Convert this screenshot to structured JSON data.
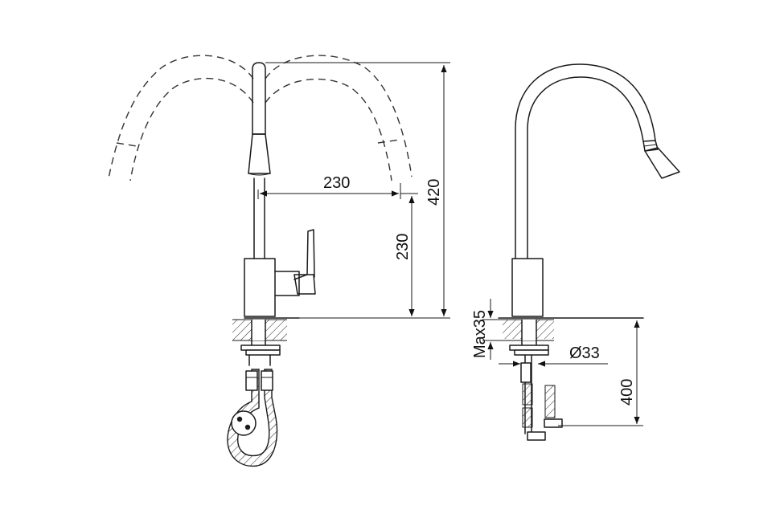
{
  "dimensions": {
    "left_reach": "230",
    "left_spout_height": "230",
    "total_height": "420",
    "max_deck_thickness": "Max35",
    "hole_diameter": "Ø33",
    "hose_length": "400"
  },
  "colors": {
    "line": "#1a1a1a",
    "background": "#ffffff"
  }
}
